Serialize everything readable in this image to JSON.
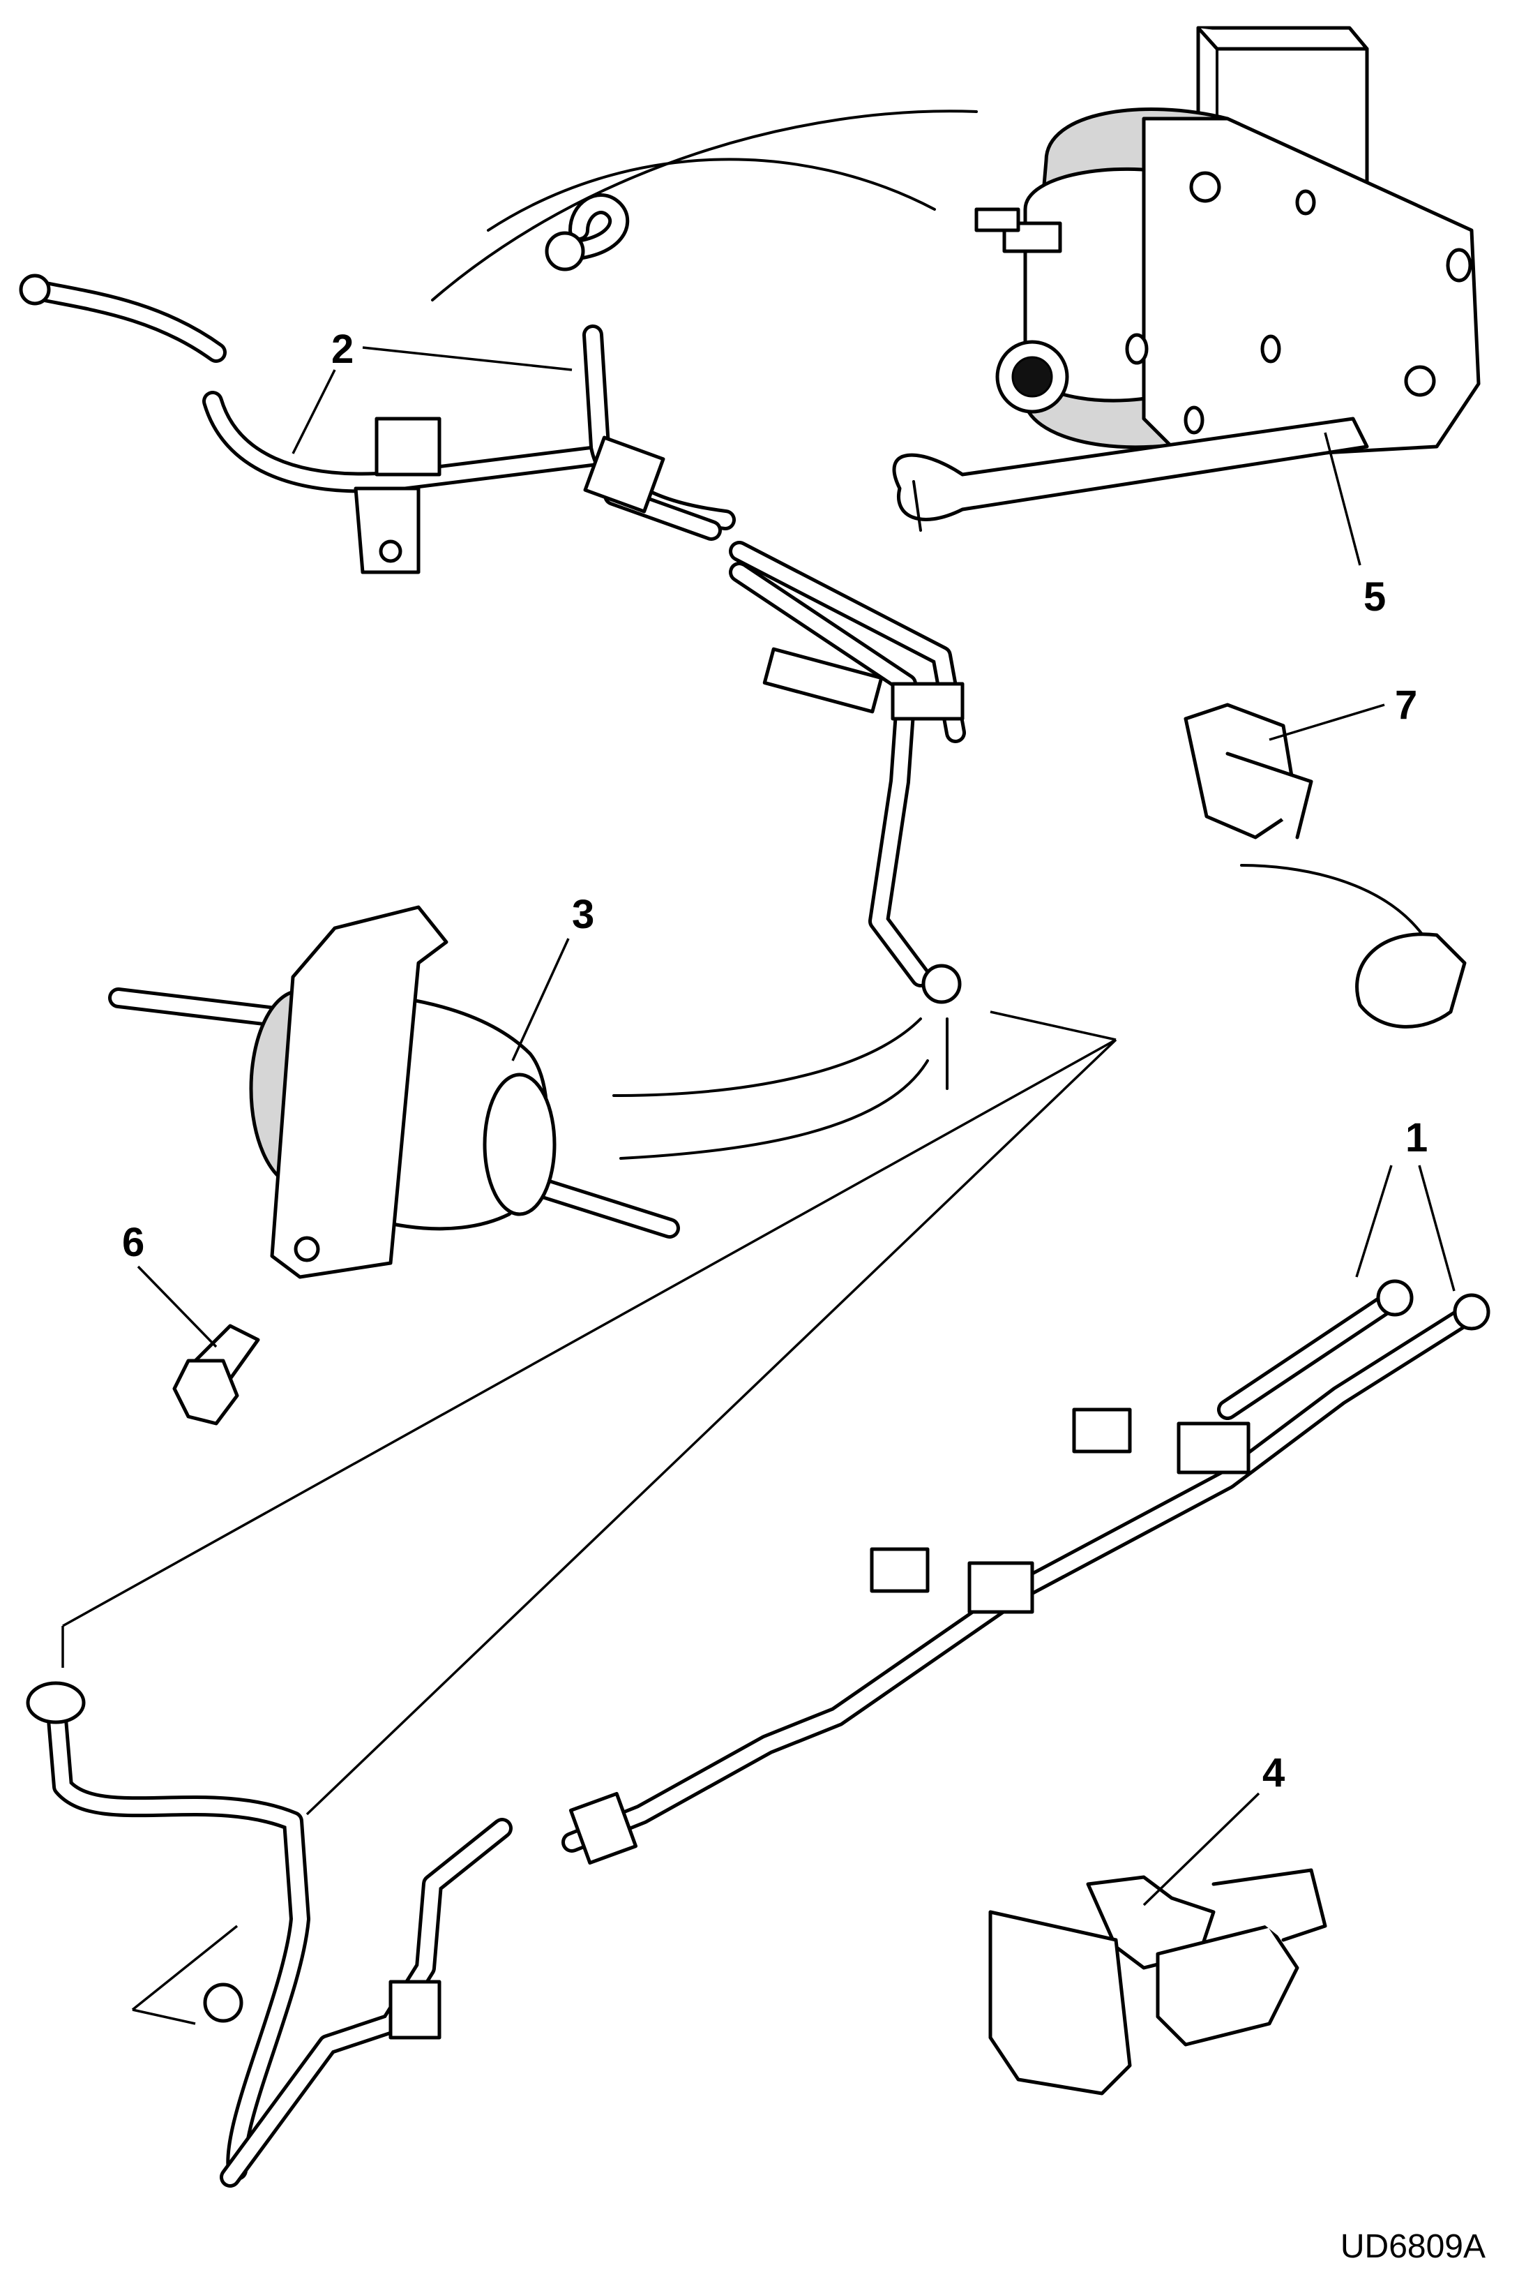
{
  "callouts": [
    {
      "id": "1",
      "text": "1"
    },
    {
      "id": "2",
      "text": "2"
    },
    {
      "id": "3",
      "text": "3"
    },
    {
      "id": "4",
      "text": "4"
    },
    {
      "id": "5",
      "text": "5"
    },
    {
      "id": "6",
      "text": "6"
    },
    {
      "id": "7",
      "text": "7"
    }
  ],
  "figure_code": "UD6809A"
}
